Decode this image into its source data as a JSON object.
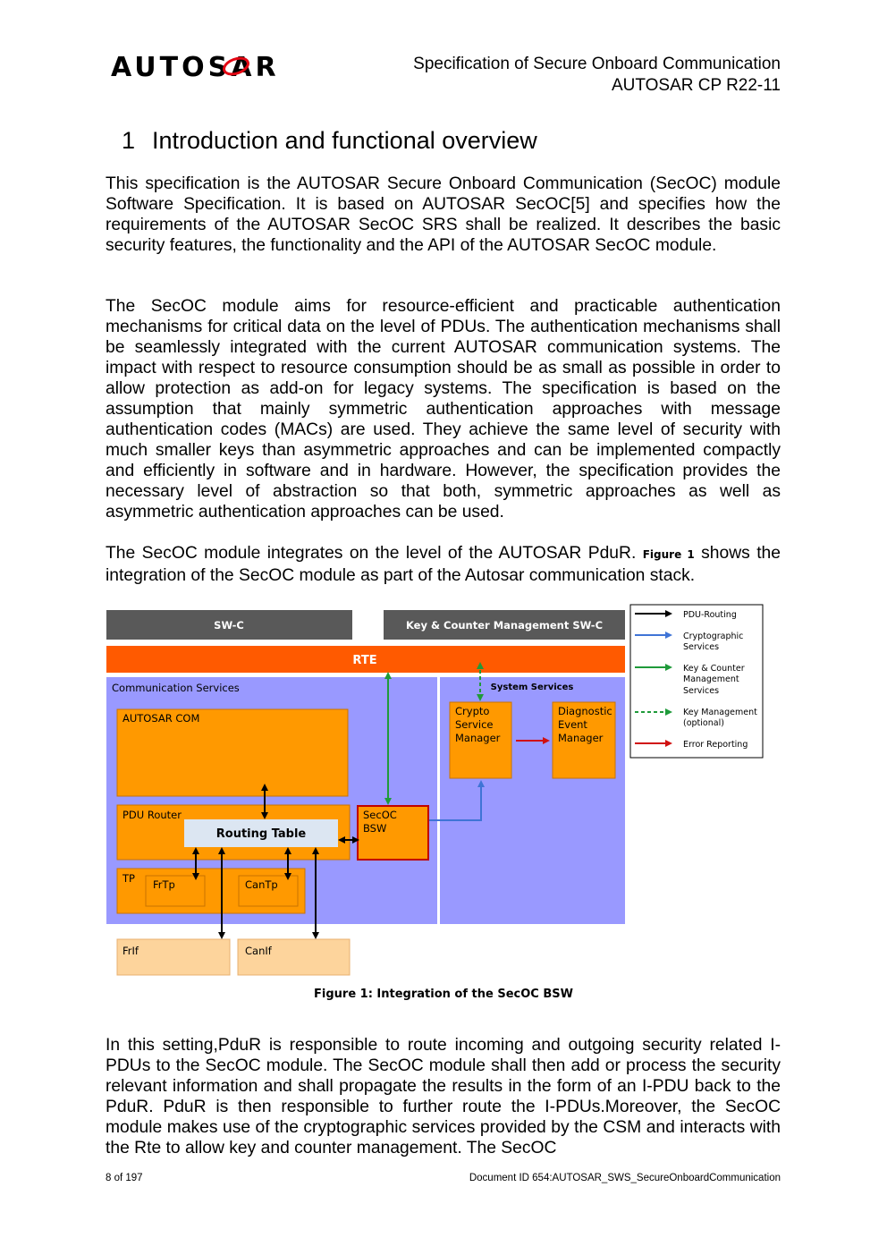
{
  "header": {
    "logo_text": "AUTOSAR",
    "title": "Specification of Secure Onboard Communication",
    "release": "AUTOSAR CP R22-11"
  },
  "section": {
    "number": "1",
    "title": "Introduction and functional overview"
  },
  "paragraphs": {
    "p1": "This specification is the AUTOSAR Secure Onboard Communication (SecOC) module Software Specification. It is based on AUTOSAR SecOC[5] and specifies how the requirements of the AUTOSAR SecOC SRS shall be realized. It describes the basic security features, the functionality and the API of the AUTOSAR SecOC module.",
    "p2": "The SecOC module aims for resource-efficient and practicable authentication mechanisms for critical data on the level of PDUs. The authentication mechanisms shall be seamlessly integrated with the current AUTOSAR communication systems. The impact with respect to resource consumption should be as small as possible in order to allow protection as add-on for legacy systems. The specification is based on the assumption that mainly symmetric authentication approaches with message authentication codes (MACs) are used. They achieve the same level of security with much smaller keys than asymmetric approaches and can be implemented compactly and efficiently in software and in hardware. However, the specification provides the necessary level of abstraction so that both, symmetric approaches as well as asymmetric authentication approaches can be used.",
    "p3_before": "The SecOC module integrates on the level of the AUTOSAR PduR. ",
    "p3_ref": "Figure 1",
    "p3_after": " shows the integration of the SecOC module as part of the Autosar communication stack.",
    "p4": "In this setting,PduR is responsible to route incoming and outgoing security related I-PDUs to the SecOC module. The SecOC module shall then add or process the security relevant information and shall propagate the results in the form of an I-PDU back to the PduR. PduR is then responsible to further route the I-PDUs.Moreover, the SecOC module makes use of the cryptographic services provided by the CSM and interacts with the Rte to allow key and counter management. The SecOC"
  },
  "figure": {
    "swc": "SW-C",
    "key_counter_swc": "Key & Counter Management SW-C",
    "rte": "RTE",
    "comm_services": "Communication Services",
    "system_services": "System Services",
    "autosar_com": "AUTOSAR COM",
    "pdu_router": "PDU Router",
    "routing_table": "Routing Table",
    "secoc_l1": "SecOC",
    "secoc_l2": "BSW",
    "crypto_l1": "Crypto",
    "crypto_l2": "Service",
    "crypto_l3": "Manager",
    "dem_l1": "Diagnostic",
    "dem_l2": "Event",
    "dem_l3": "Manager",
    "tp": "TP",
    "frtp": "FrTp",
    "cantp": "CanTp",
    "frif": "FrIf",
    "canif": "CanIf",
    "legend": {
      "pdu_routing": "PDU-Routing",
      "crypto_l1": "Cryptographic",
      "crypto_l2": "Services",
      "keycounter_l1": "Key & Counter",
      "keycounter_l2": "Management",
      "keycounter_l3": "Services",
      "keymgmt_l1": "Key Management",
      "keymgmt_l2": "(optional)",
      "error": "Error Reporting"
    },
    "colors": {
      "dark_bar": "#595959",
      "rte": "#ff5a00",
      "services_bg": "#9999ff",
      "module": "#ff9900",
      "routing_table": "#dce6f2",
      "if_box": "#fdd49c",
      "pdu_arrow": "#000000",
      "crypto_arrow": "#3f74d6",
      "key_arrow": "#1f9a3a",
      "error_arrow": "#d01010"
    }
  },
  "caption": "Figure 1: Integration of the SecOC BSW",
  "footer": {
    "page": "8 of 197",
    "doc_id": "Document ID 654:AUTOSAR_SWS_SecureOnboardCommunication"
  }
}
